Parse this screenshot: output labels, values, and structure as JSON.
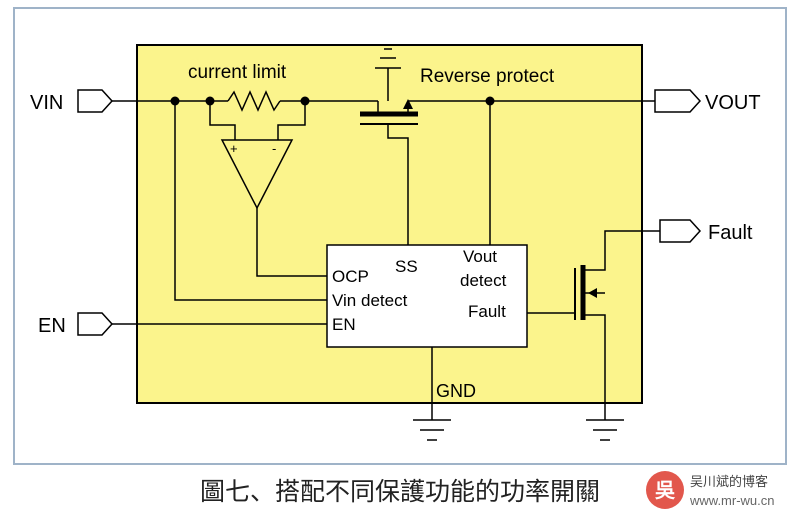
{
  "diagram": {
    "labels": {
      "current_limit": "current limit",
      "reverse_protect": "Reverse protect",
      "vin": "VIN",
      "vout": "VOUT",
      "fault_pin": "Fault",
      "en_pin": "EN",
      "ss": "SS",
      "ocp": "OCP",
      "vin_detect": "Vin detect",
      "en_in": "EN",
      "vout_detect_1": "Vout",
      "vout_detect_2": "detect",
      "fault_out": "Fault",
      "gnd": "GND",
      "plus": "+",
      "minus": "-"
    },
    "colors": {
      "chip_fill": "#fbf48c",
      "outer_border": "#9fb3c8",
      "wire": "#000000"
    }
  },
  "caption": "圖七、搭配不同保護功能的功率開關",
  "watermark": {
    "logo_glyph": "吳",
    "title": "吴川斌的博客",
    "url": "www.mr-wu.cn"
  }
}
